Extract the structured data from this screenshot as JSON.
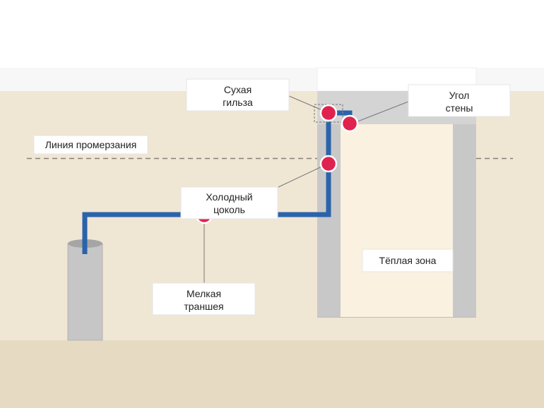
{
  "labels": {
    "dry_sleeve": [
      "Сухая",
      "гильза"
    ],
    "wall_corner": [
      "Угол",
      "стены"
    ],
    "frost_line": "Линия промерзания",
    "cold_plinth": [
      "Холодный",
      "цоколь"
    ],
    "warm_zone": "Тёплая зона",
    "shallow_trench": [
      "Мелкая",
      "траншея"
    ]
  },
  "colors": {
    "sky": "#f7f7f7",
    "soil": "#f0e6d4",
    "deep_soil": "#e6dac2",
    "wall": "#c8c8c8",
    "interior": "#faf1e0",
    "pipe": "#2a63aa",
    "marker": "#e0234e",
    "frost_line": "#8a7f78",
    "leader": "#777777"
  }
}
